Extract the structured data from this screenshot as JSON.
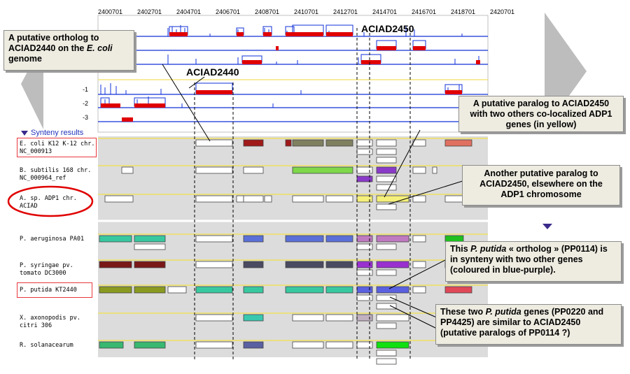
{
  "coordinates": [
    "2400701",
    "2402701",
    "2404701",
    "2406701",
    "2408701",
    "2410701",
    "2412701",
    "2414701",
    "2416701",
    "2418701",
    "2420701"
  ],
  "gene_labels": {
    "upper": "ACIAD2450",
    "lower": "ACIAD2440"
  },
  "strands": [
    "-1",
    "-2",
    "-3"
  ],
  "synteny": {
    "header": "Synteny results"
  },
  "organisms": [
    {
      "label": "E. coli K12 K-12 chr.\nNC_000913",
      "framed": true
    },
    {
      "label": "B. subtilis 168 chr.\nNC_000964_ref",
      "framed": false
    },
    {
      "label": "A. sp. ADP1 chr.\nACIAD",
      "circled": true
    },
    {
      "label": "P. aeruginosa PA01",
      "framed": false
    },
    {
      "label": "P. syringae pv.\ntomato DC3000",
      "framed": false
    },
    {
      "label": "P. putida KT2440",
      "framed": true
    },
    {
      "label": "X. axonopodis pv.\ncitri 306",
      "framed": false
    },
    {
      "label": "R. solanacearum",
      "framed": false
    }
  ],
  "callouts": {
    "c1": {
      "a": "A putative ortholog to ACIAD2440 on the ",
      "i": "E. coli",
      "b": " genome"
    },
    "c2": "A putative paralog to ACIAD2450 with two others co-localized ADP1 genes (in yellow)",
    "c3": "Another putative paralog to ACIAD2450, elsewhere on the ADP1 chromosome",
    "c4": {
      "a": "This ",
      "i": "P. putida",
      "b": " « ortholog » (PP0114) is in synteny with two other genes (coloured in blue-purple)."
    },
    "c5": {
      "a": "These two ",
      "i": "P. putida",
      "b": " genes (PP0220 and PP4425) are similar to ACIAD2450 (putative paralogs of PP0114 ?)"
    }
  },
  "colors": {
    "gene_red": "#e00000",
    "track_blue": "#1030d8",
    "yellow_line": "#f0e060",
    "panel_grey": "#dcdcdc",
    "frame_red": "#e8383d",
    "callout_bg": "#eeece1"
  }
}
